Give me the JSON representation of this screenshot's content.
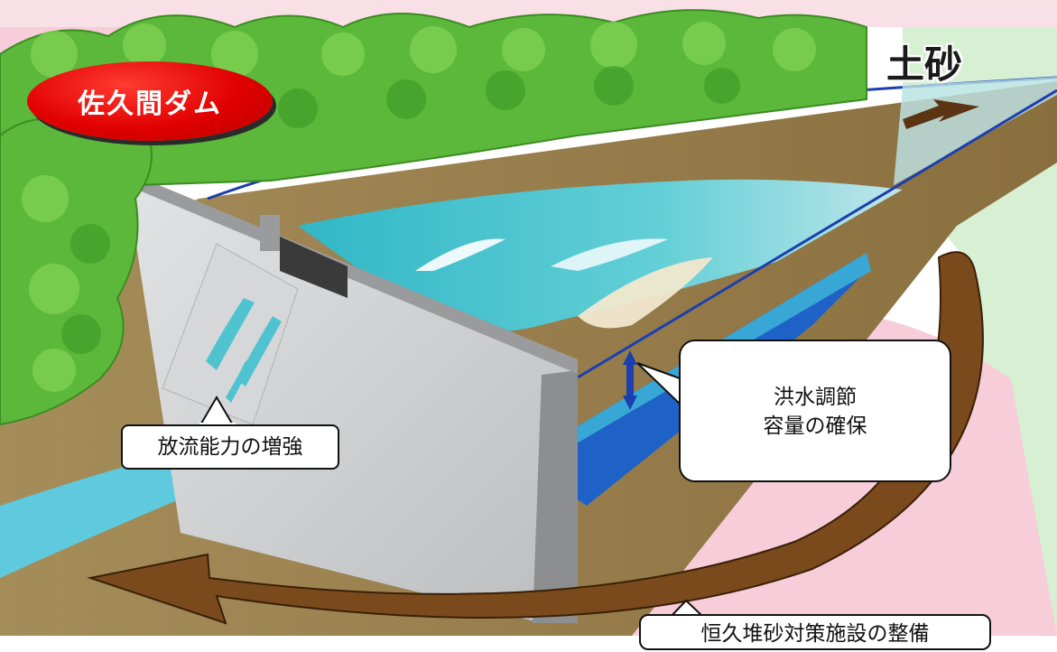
{
  "title": "佐久間ダム",
  "sediment_label": "土砂",
  "callouts": {
    "discharge": "放流能力の増強",
    "flood_line1": "洪水調節",
    "flood_line2": "容量の確保",
    "sediment_measures": "恒久堆砂対策施設の整備"
  },
  "colors": {
    "title_badge": "#e00000",
    "forest": "#5cb83a",
    "reservoir": "#4fc3cf",
    "flood_zone": "#1e62c8",
    "sediment_arrow": "#7a4a1c",
    "dam": "#cfd0d2",
    "pink_zone": "#f6cdd9",
    "green_zone": "#d7efd3"
  }
}
